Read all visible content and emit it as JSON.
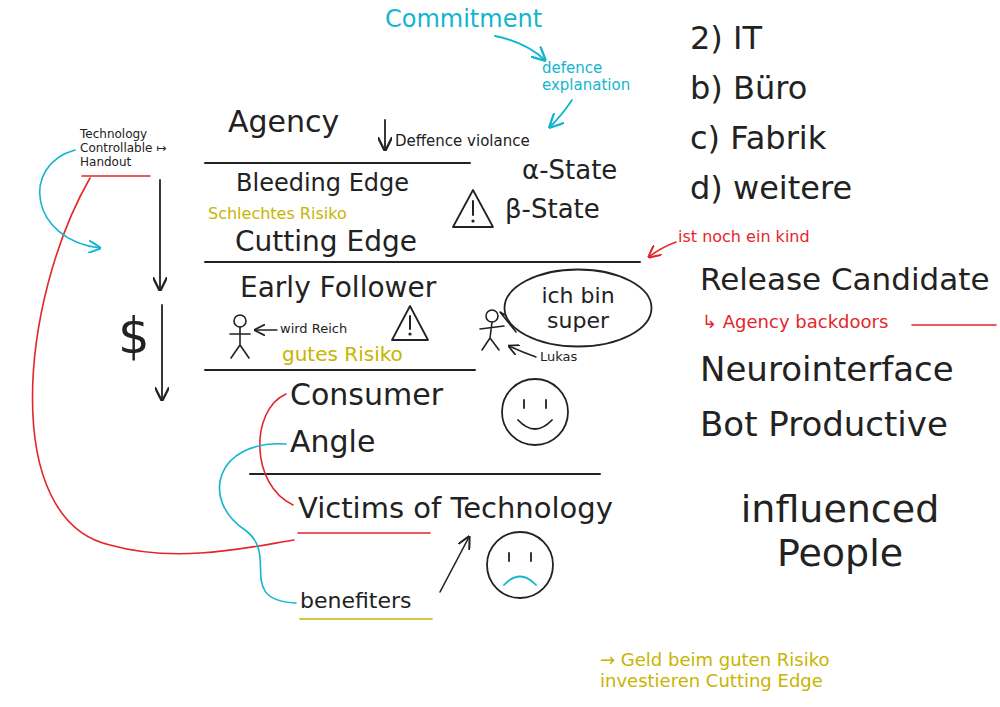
{
  "diagram": {
    "nodes": [
      {
        "text": [
          "ich bin super"
        ]
      }
    ],
    "labels": [
      "Commitment",
      "2) IT",
      "defence explanation",
      "b) Büro",
      "Technology Controllable ↦ Handout",
      "Agency",
      "Deffence violance",
      "c) Fabrik",
      "Bleeding Edge",
      "α-State",
      "d) weitere",
      "Schlechtes Risiko",
      "β-State",
      "Cutting Edge",
      "ist noch ein kind",
      "Early Follower",
      "Release Candidate",
      "$",
      "wird Reich",
      "Lukas",
      "↳ Agency backdoors",
      "gutes Risiko",
      "Consumer",
      "Neurointerface",
      "Angle",
      "Bot Productive",
      "Victims of Technology",
      "influenced People",
      "benefiters",
      "→ Geld beim guten Risiko investieren Cutting Edge"
    ]
  }
}
